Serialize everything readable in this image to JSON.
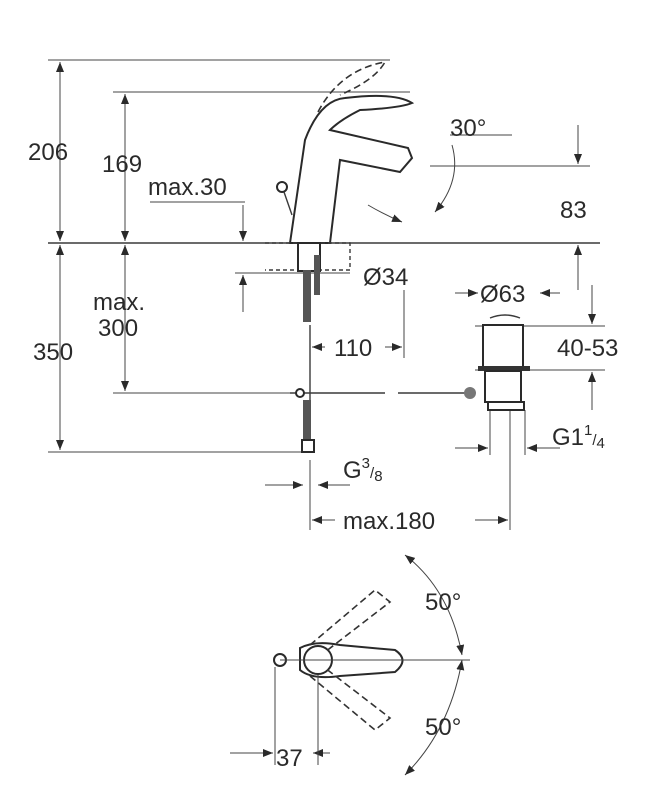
{
  "drawing": {
    "labels": {
      "total_height": "206",
      "spout_height": "169",
      "max_deck": "max.30",
      "spout_angle": "30°",
      "spout_clearance": "83",
      "hole_diameter": "Ø34",
      "waste_diameter": "Ø63",
      "max_length_line1": "max.",
      "max_length_line2": "300",
      "hose_length": "350",
      "spout_reach": "110",
      "waste_range": "40-53",
      "waste_thread": {
        "base": "G1",
        "num": "1",
        "den": "4"
      },
      "supply_thread": {
        "base": "G",
        "num": "3",
        "den": "8"
      },
      "max_rod": "max.180",
      "lever_angle_top": "50°",
      "lever_angle_bottom": "50°",
      "lever_offset": "37"
    }
  }
}
